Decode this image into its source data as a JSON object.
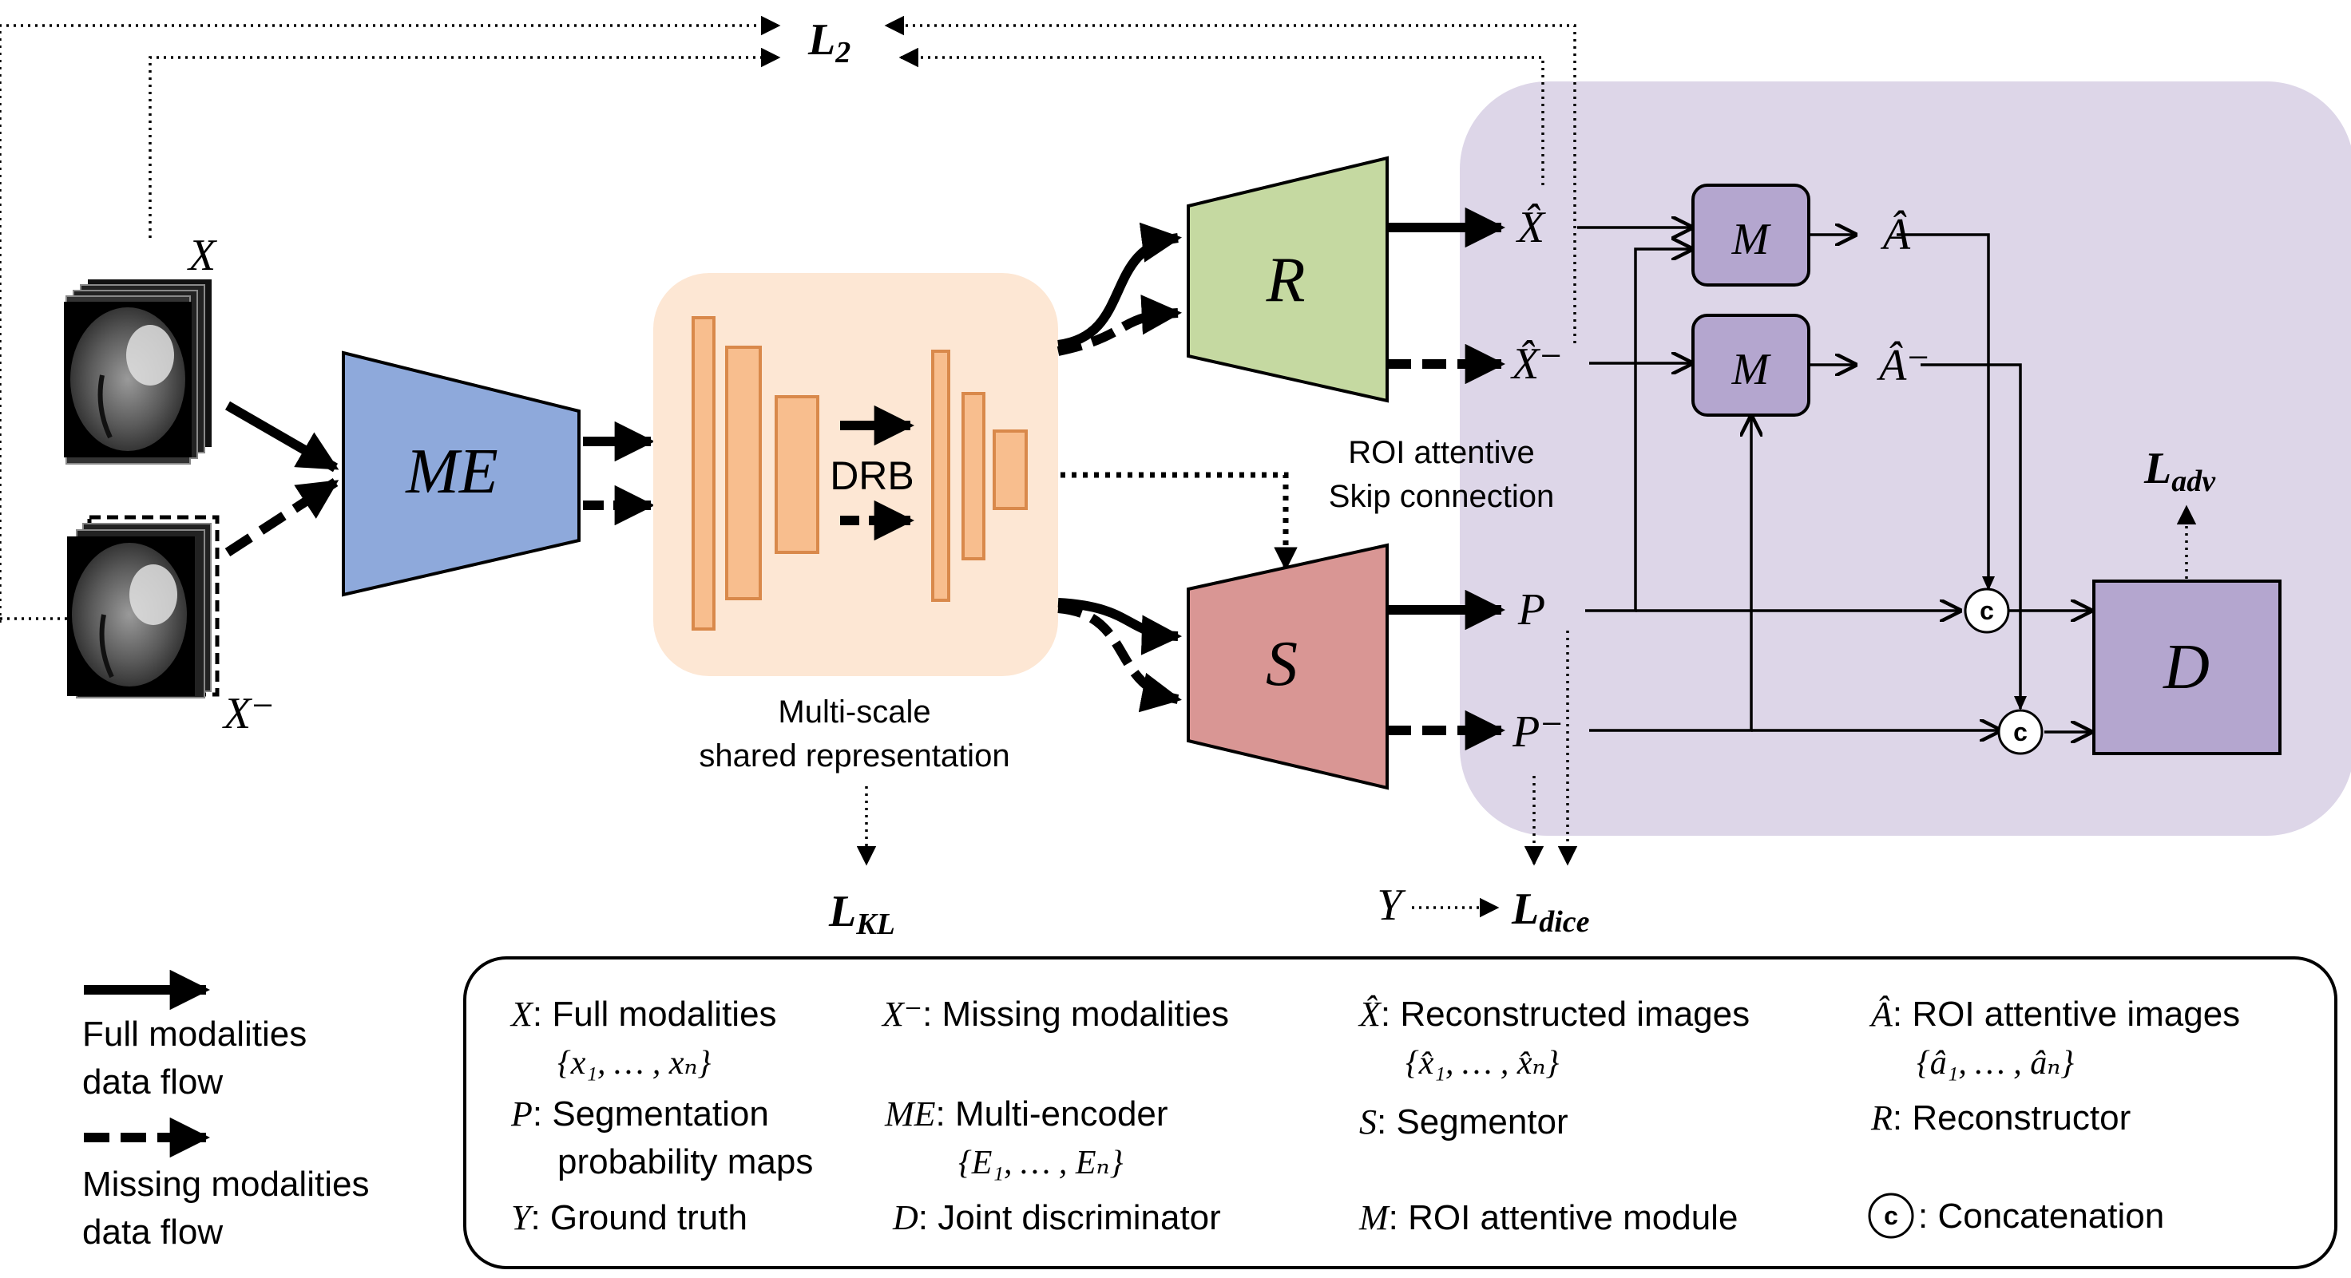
{
  "colors": {
    "encoder_fill": "#8ea9db",
    "shared_bg": "#fde7d4",
    "shared_bar_fill": "#f8be8e",
    "shared_bar_stroke": "#d9894b",
    "reconstructor_fill": "#c5d9a1",
    "segmentor_fill": "#d99694",
    "roi_panel_bg": "#ddd6e8",
    "module_fill": "#b4a6cf",
    "discriminator_fill": "#b4a6cf",
    "line": "#000000"
  },
  "blocks": {
    "multi_encoder": "ME",
    "reconstructor": "R",
    "segmentor": "S",
    "discriminator": "D",
    "roi_module_top": "M",
    "roi_module_bottom": "M",
    "drb": "DRB"
  },
  "labels": {
    "x_full": "X",
    "x_missing": "X⁻",
    "x_hat": "X̂",
    "x_hat_missing": "X̂⁻",
    "a_hat": "Â",
    "a_hat_missing": "Â⁻",
    "p": "P",
    "p_missing": "P⁻",
    "y": "Y",
    "concat_top": "c",
    "concat_bottom": "c"
  },
  "captions": {
    "shared_line1": "Multi-scale",
    "shared_line2": "shared representation",
    "roi_skip_line1": "ROI attentive",
    "roi_skip_line2": "Skip connection"
  },
  "losses": {
    "l2_main": "L",
    "l2_sub": "2",
    "kl_main": "L",
    "kl_sub": "KL",
    "adv_main": "L",
    "adv_sub": "adv",
    "dice_main": "L",
    "dice_sub": "dice"
  },
  "flow_legend": {
    "full_line1": "Full modalities",
    "full_line2": "data flow",
    "missing_line1": "Missing modalities",
    "missing_line2": "data flow"
  },
  "legend": {
    "x_sym": "X",
    "x_desc": ": Full modalities",
    "x_set": "{x₁, … , xₙ}",
    "xm_sym": "X⁻",
    "xm_desc": ": Missing modalities",
    "xhat_sym": "X̂",
    "xhat_desc": ": Reconstructed images",
    "xhat_set": "{x̂₁, … , x̂ₙ}",
    "ahat_sym": "Â",
    "ahat_desc": ": ROI attentive images",
    "ahat_set": "{â₁, … , âₙ}",
    "p_sym": "P",
    "p_desc1": ": Segmentation",
    "p_desc2": "probability maps",
    "me_sym": "ME",
    "me_desc": ": Multi-encoder",
    "me_set": "{E₁, … , Eₙ}",
    "s_sym": "S",
    "s_desc": ": Segmentor",
    "r_sym": "R",
    "r_desc": ": Reconstructor",
    "y_sym": "Y",
    "y_desc": ": Ground truth",
    "d_sym": "D",
    "d_desc": ": Joint discriminator",
    "m_sym": "M",
    "m_desc": ": ROI attentive module",
    "c_sym": "c",
    "c_desc": ": Concatenation"
  }
}
